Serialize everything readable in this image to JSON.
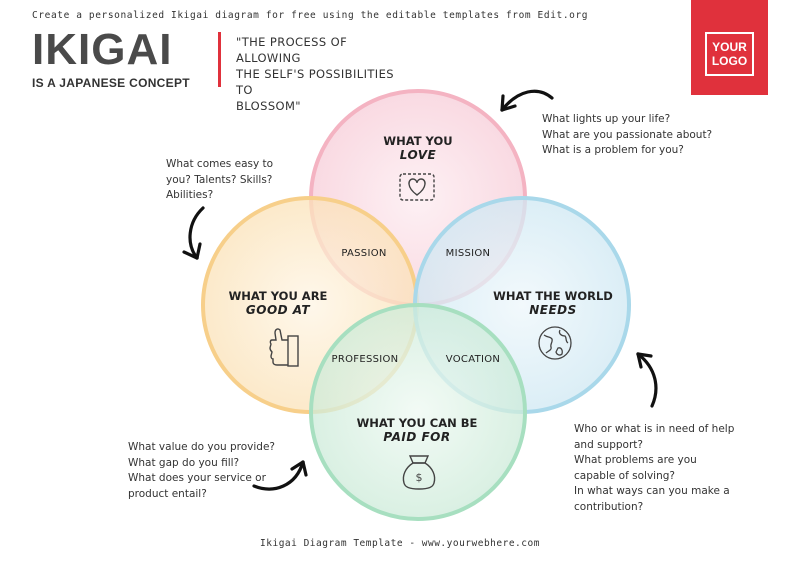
{
  "header": {
    "top_note": "Create a personalized Ikigai diagram for free using the editable templates from Edit.org",
    "title": "IKIGAI",
    "subtitle": "IS A JAPANESE CONCEPT",
    "quote_line1": "\"THE PROCESS OF ALLOWING",
    "quote_line2": "THE SELF'S POSSIBILITIES TO",
    "quote_line3": "BLOSSOM\""
  },
  "logo": {
    "line1": "YOUR",
    "line2": "LOGO"
  },
  "colors": {
    "accent": "#e0313c",
    "love": "#f4b3c2",
    "good_at": "#f7cf8a",
    "world_needs": "#a9d8ea",
    "paid_for": "#a7dfc0"
  },
  "circles": {
    "love": {
      "line1": "WHAT YOU",
      "line2": "LOVE",
      "icon": "heart-icon"
    },
    "good_at": {
      "line1": "WHAT YOU ARE",
      "line2": "GOOD AT",
      "icon": "thumbs-up-icon"
    },
    "world_needs": {
      "line1": "WHAT THE WORLD",
      "line2": "NEEDS",
      "icon": "globe-icon"
    },
    "paid_for": {
      "line1": "WHAT YOU CAN BE",
      "line2": "PAID FOR",
      "icon": "money-bag-icon"
    }
  },
  "overlaps": {
    "passion": "PASSION",
    "mission": "MISSION",
    "profession": "PROFESSION",
    "vocation": "VOCATION"
  },
  "questions": {
    "love": [
      "What lights up your life?",
      "What are you passionate about?",
      "What is a problem for you?"
    ],
    "good_at": [
      "What comes easy to",
      "you? Talents? Skills?",
      "Abilities?"
    ],
    "paid_for": [
      "What value do you provide?",
      "What gap do you fill?",
      "What does your service or",
      "product entail?"
    ],
    "world_needs": [
      "Who or what is in need of help",
      "and support?",
      "What problems are you",
      "capable of solving?",
      "In what ways can you make a",
      "contribution?"
    ]
  },
  "footer": "Ikigai Diagram Template - www.yourwebhere.com"
}
